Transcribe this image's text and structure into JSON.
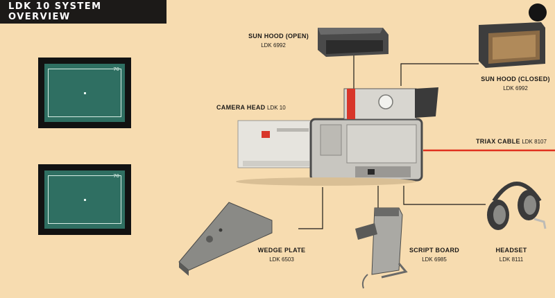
{
  "title": "LDK 10 SYSTEM OVERVIEW",
  "monitors": [
    {
      "overlay_number": "70"
    },
    {
      "overlay_number": "70"
    }
  ],
  "components": {
    "sun_hood_open": {
      "name": "SUN HOOD (OPEN)",
      "code": "LDK 6992"
    },
    "sun_hood_closed": {
      "name": "SUN HOOD (CLOSED)",
      "code": "LDK 6992"
    },
    "camera_head": {
      "name": "CAMERA HEAD",
      "code": "LDK 10"
    },
    "triax_cable": {
      "name": "TRIAX CABLE",
      "code": "LDK 8107"
    },
    "wedge_plate": {
      "name": "WEDGE PLATE",
      "code": "LDK 6503"
    },
    "script_board": {
      "name": "SCRIPT BOARD",
      "code": "LDK 6985"
    },
    "headset": {
      "name": "HEADSET",
      "code": "LDK 8111"
    }
  },
  "colors": {
    "background": "#f7dcb0",
    "title_bar": "#1c1a18",
    "screen": "#2f6f62",
    "triax_line": "#e0301e",
    "connector": "#1c1a18"
  }
}
